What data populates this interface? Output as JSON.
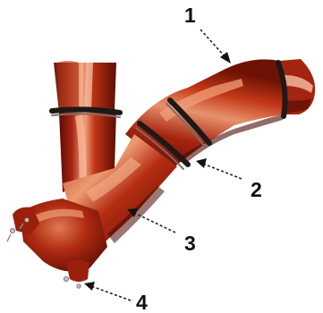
{
  "callouts": [
    {
      "id": "1",
      "label": "1"
    },
    {
      "id": "2",
      "label": "2"
    },
    {
      "id": "3",
      "label": "3"
    },
    {
      "id": "4",
      "label": "4"
    }
  ],
  "colors": {
    "pipe_base": "#8f1607",
    "pipe_shadow": "#5b0d04",
    "pipe_mid": "#c23616",
    "pipe_highlight": "#f0a07a",
    "joint_band": "#1e1816",
    "bolt": "#c7c2c0",
    "label": "#111111",
    "background": "#ffffff"
  },
  "icons": {
    "arrow": "dashed-arrow-icon",
    "bolt": "bolt-icon"
  }
}
